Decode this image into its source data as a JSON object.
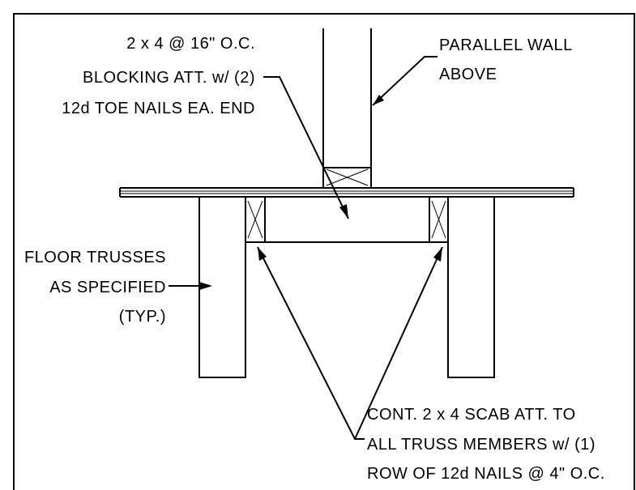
{
  "labels": {
    "blocking": [
      "2 x 4 @ 16\" O.C.",
      "BLOCKING ATT. w/ (2)",
      "12d TOE NAILS EA. END"
    ],
    "parallel_wall": [
      "PARALLEL WALL",
      "ABOVE"
    ],
    "floor_trusses": [
      "FLOOR TRUSSES",
      "AS SPECIFIED",
      "(TYP.)"
    ],
    "scab": [
      "CONT. 2 x 4 SCAB ATT. TO",
      "ALL TRUSS MEMBERS w/ (1)",
      "ROW OF 12d NAILS @ 4\" O.C."
    ]
  }
}
